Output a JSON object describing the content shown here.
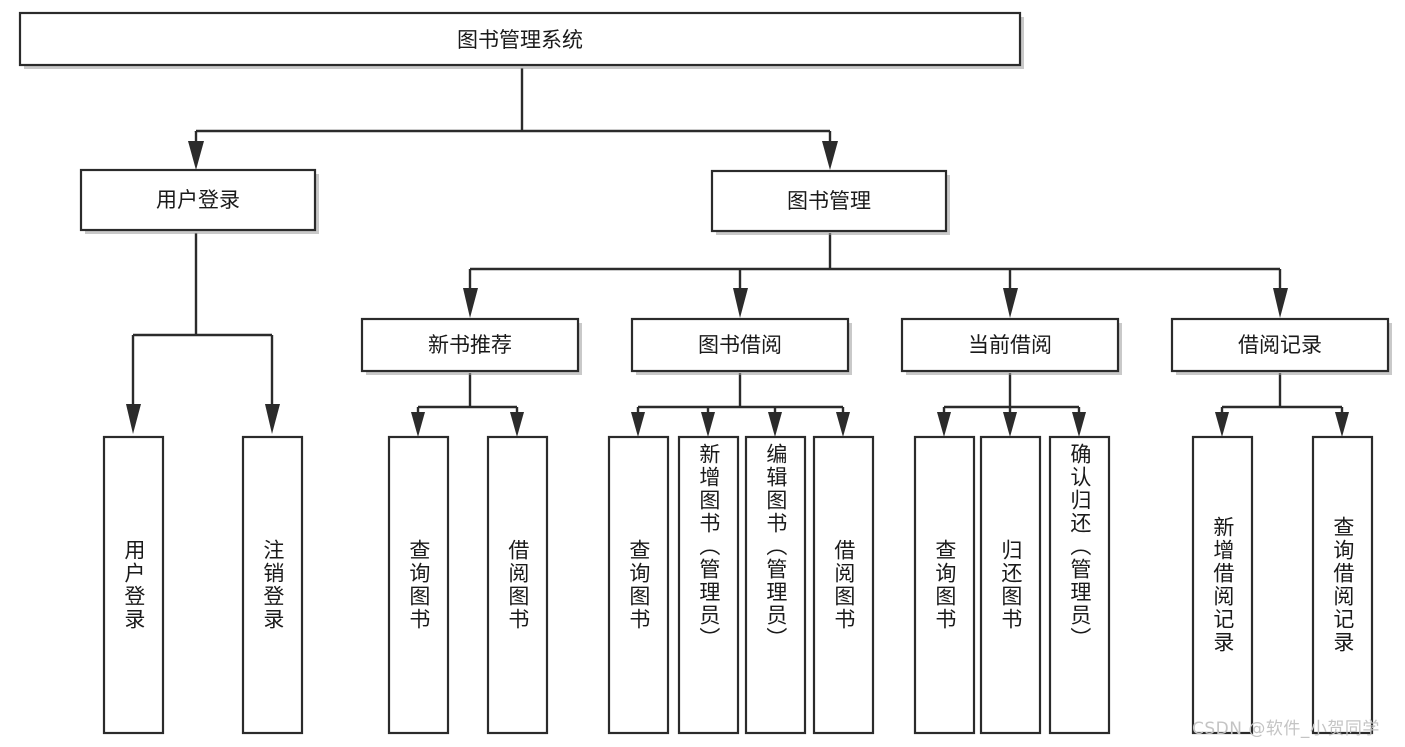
{
  "diagram": {
    "type": "hierarchy-tree",
    "title": "图书管理系统",
    "watermark": "CSDN @软件_小贺同学",
    "colors": {
      "box_stroke": "#2b2b2b",
      "box_fill": "#ffffff",
      "connector": "#2b2b2b",
      "shadow": "#9c9c9c",
      "background": "#ffffff",
      "watermark_text": "#c4c4c4"
    },
    "levels": {
      "root": {
        "label": "图书管理系统"
      },
      "level2": [
        {
          "id": "user-login",
          "label": "用户登录"
        },
        {
          "id": "book-management",
          "label": "图书管理"
        }
      ],
      "level3": [
        {
          "id": "new-book-recommend",
          "label": "新书推荐",
          "parent": "book-management"
        },
        {
          "id": "book-borrow",
          "label": "图书借阅",
          "parent": "book-management"
        },
        {
          "id": "current-borrow",
          "label": "当前借阅",
          "parent": "book-management"
        },
        {
          "id": "borrow-record",
          "label": "借阅记录",
          "parent": "book-management"
        }
      ],
      "leaves": [
        {
          "id": "leaf-user-login",
          "label": "用户登录",
          "parent": "user-login"
        },
        {
          "id": "leaf-logout-login",
          "label": "注销登录",
          "parent": "user-login"
        },
        {
          "id": "leaf-query-book-1",
          "label": "查询图书",
          "parent": "new-book-recommend"
        },
        {
          "id": "leaf-borrow-book-1",
          "label": "借阅图书",
          "parent": "new-book-recommend"
        },
        {
          "id": "leaf-query-book-2",
          "label": "查询图书",
          "parent": "book-borrow"
        },
        {
          "id": "leaf-add-book",
          "label": "新增图书（管理员）",
          "parent": "book-borrow"
        },
        {
          "id": "leaf-edit-book",
          "label": "编辑图书（管理员）",
          "parent": "book-borrow"
        },
        {
          "id": "leaf-borrow-book-2",
          "label": "借阅图书",
          "parent": "book-borrow"
        },
        {
          "id": "leaf-query-book-3",
          "label": "查询图书",
          "parent": "current-borrow"
        },
        {
          "id": "leaf-return-book",
          "label": "归还图书",
          "parent": "current-borrow"
        },
        {
          "id": "leaf-confirm-return",
          "label": "确认归还（管理员）",
          "parent": "current-borrow"
        },
        {
          "id": "leaf-add-record",
          "label": "新增借阅记录",
          "parent": "borrow-record"
        },
        {
          "id": "leaf-query-record",
          "label": "查询借阅记录",
          "parent": "borrow-record"
        }
      ]
    }
  }
}
